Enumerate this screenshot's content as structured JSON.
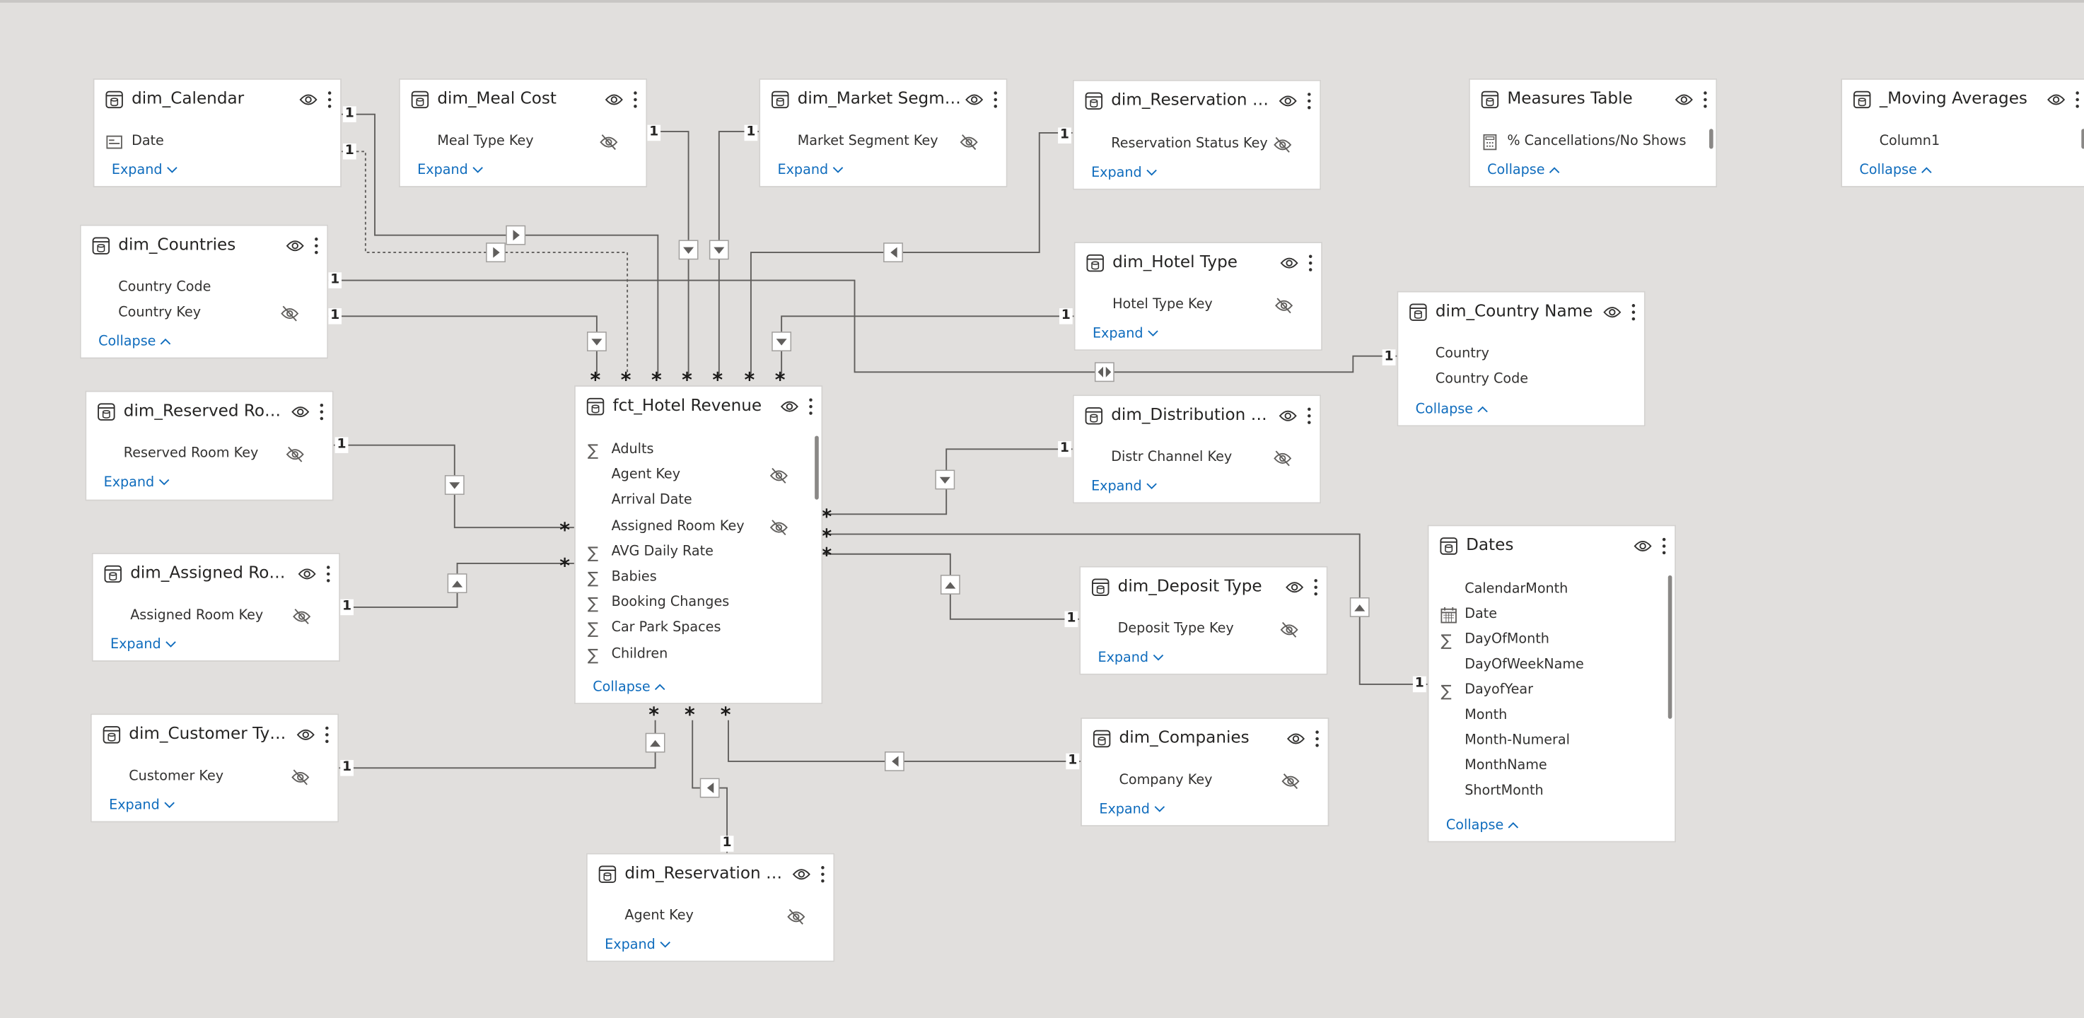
{
  "tables": {
    "dim_calendar": {
      "title": "dim_Calendar",
      "fields": [
        "Date"
      ],
      "toggle": "Expand"
    },
    "dim_meal_cost": {
      "title": "dim_Meal Cost",
      "fields": [
        "Meal Type Key"
      ],
      "toggle": "Expand"
    },
    "dim_market_segment": {
      "title": "dim_Market Segment",
      "fields": [
        "Market Segment Key"
      ],
      "toggle": "Expand"
    },
    "dim_reservation_status": {
      "title": "dim_Reservation Status",
      "fields": [
        "Reservation Status Key"
      ],
      "toggle": "Expand"
    },
    "measures_table": {
      "title": "Measures Table",
      "fields": [
        "% Cancellations/No Shows"
      ],
      "toggle": "Collapse"
    },
    "moving_averages": {
      "title": "_Moving Averages",
      "fields": [
        "Column1"
      ],
      "toggle": "Collapse"
    },
    "dim_countries": {
      "title": "dim_Countries",
      "fields": [
        "Country Code",
        "Country Key"
      ],
      "toggle": "Collapse"
    },
    "dim_hotel_type": {
      "title": "dim_Hotel Type",
      "fields": [
        "Hotel Type Key"
      ],
      "toggle": "Expand"
    },
    "dim_country_name": {
      "title": "dim_Country Name",
      "fields": [
        "Country",
        "Country Code"
      ],
      "toggle": "Collapse"
    },
    "dim_reserved_room": {
      "title": "dim_Reserved Room ...",
      "fields": [
        "Reserved Room Key"
      ],
      "toggle": "Expand"
    },
    "fct_hotel_revenue": {
      "title": "fct_Hotel Revenue",
      "fields": [
        "Adults",
        "Agent Key",
        "Arrival Date",
        "Assigned Room Key",
        "AVG Daily Rate",
        "Babies",
        "Booking Changes",
        "Car Park Spaces",
        "Children"
      ],
      "toggle": "Collapse"
    },
    "dim_distribution_channel": {
      "title": "dim_Distribution Cha...",
      "fields": [
        "Distr Channel Key"
      ],
      "toggle": "Expand"
    },
    "dim_assigned_room": {
      "title": "dim_Assigned Room ...",
      "fields": [
        "Assigned Room Key"
      ],
      "toggle": "Expand"
    },
    "dim_deposit_type": {
      "title": "dim_Deposit Type",
      "fields": [
        "Deposit Type Key"
      ],
      "toggle": "Expand"
    },
    "dates": {
      "title": "Dates",
      "fields": [
        "CalendarMonth",
        "Date",
        "DayOfMonth",
        "DayOfWeekName",
        "DayofYear",
        "Month",
        "Month-Numeral",
        "MonthName",
        "ShortMonth"
      ],
      "toggle": "Collapse"
    },
    "dim_customer_type": {
      "title": "dim_Customer Type",
      "fields": [
        "Customer Key"
      ],
      "toggle": "Expand"
    },
    "dim_companies": {
      "title": "dim_Companies",
      "fields": [
        "Company Key"
      ],
      "toggle": "Expand"
    },
    "dim_reservation_agent": {
      "title": "dim_Reservation Age...",
      "fields": [
        "Agent Key"
      ],
      "toggle": "Expand"
    }
  },
  "cardinality": {
    "one": "1",
    "many": "*"
  },
  "colors": {
    "canvas": "#e1dfdd",
    "card": "#ffffff",
    "link": "#0f6cbd",
    "line": "#605e5c"
  }
}
